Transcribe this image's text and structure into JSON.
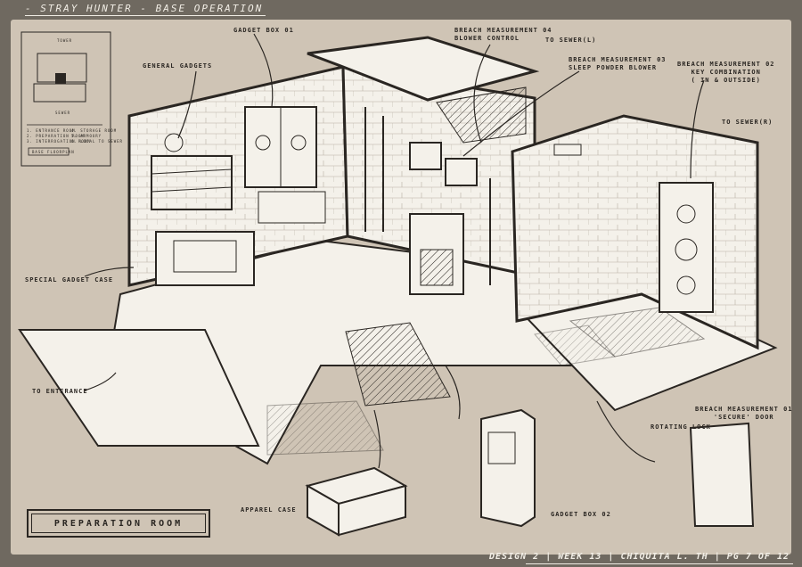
{
  "header": {
    "title": "- STRAY HUNTER - BASE OPERATION"
  },
  "footer": {
    "credits": "DESIGN 2 | WEEK 13 | CHIQUITA L. TH | PG 7 OF 12"
  },
  "title_box": {
    "label": "PREPARATION ROOM"
  },
  "labels": {
    "gadget_box_1": "GADGET BOX 01",
    "general_gadgets": "GENERAL GADGETS",
    "breach_04": "BREACH MEASUREMENT 04\nBLOWER CONTROL",
    "to_sewer_l": "TO SEWER(L)",
    "breach_03": "BREACH MEASUREMENT 03\nSLEEP POWDER BLOWER",
    "breach_02": "BREACH MEASUREMENT 02\nKEY COMBINATION\n( IN & OUTSIDE)",
    "to_sewer_r": "TO SEWER(R)",
    "special_gadget_case": "SPECIAL GADGET CASE",
    "to_entrance": "TO ENTERANCE",
    "breach_01": "BREACH MEASUREMENT 01\n'SECURE' DOOR",
    "rotating_lock": "ROTATING LOCK",
    "apparel_case": "APPAREL CASE",
    "gadget_box_2": "GADGET BOX 02"
  },
  "minimap": {
    "top_caption": "TOWER",
    "mid_caption": "SEWER",
    "legend": [
      "1. ENTRANCE ROOM",
      "2. PREPARATION ROOM",
      "3. INTERROGATION ROOM",
      "4. STORAGE ROOM",
      "5. ARMOURY",
      "6. LOCAL TO SEWER"
    ],
    "caption": "BASE FLOORPLAN"
  },
  "colors": {
    "background": "#6f6960",
    "sheet": "#cfc4b5",
    "ink": "#2a2622",
    "floor": "#f4f1ea"
  }
}
